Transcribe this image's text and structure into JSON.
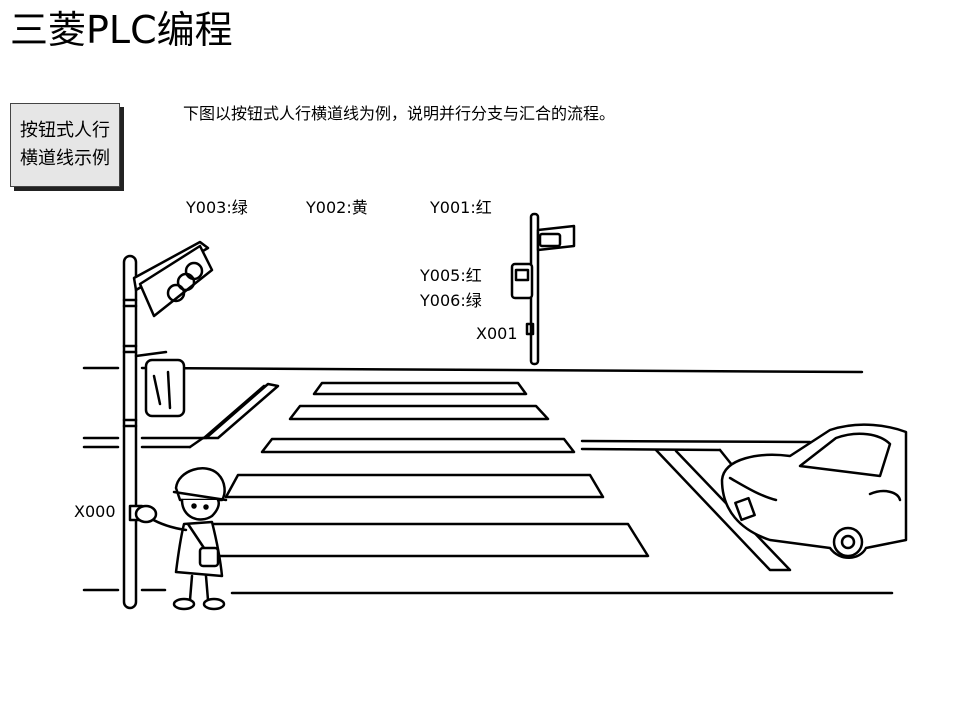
{
  "title": "三菱PLC编程",
  "side_box": {
    "line1": "按钮式人行",
    "line2": "横道线示例"
  },
  "description": "下图以按钮式人行横道线为例，说明并行分支与汇合的流程。",
  "labels": {
    "y003": "Y003:绿",
    "y002": "Y002:黄",
    "y001": "Y001:红",
    "y005": "Y005:红",
    "y006": "Y006:绿",
    "x001": "X001",
    "x000": "X000"
  }
}
